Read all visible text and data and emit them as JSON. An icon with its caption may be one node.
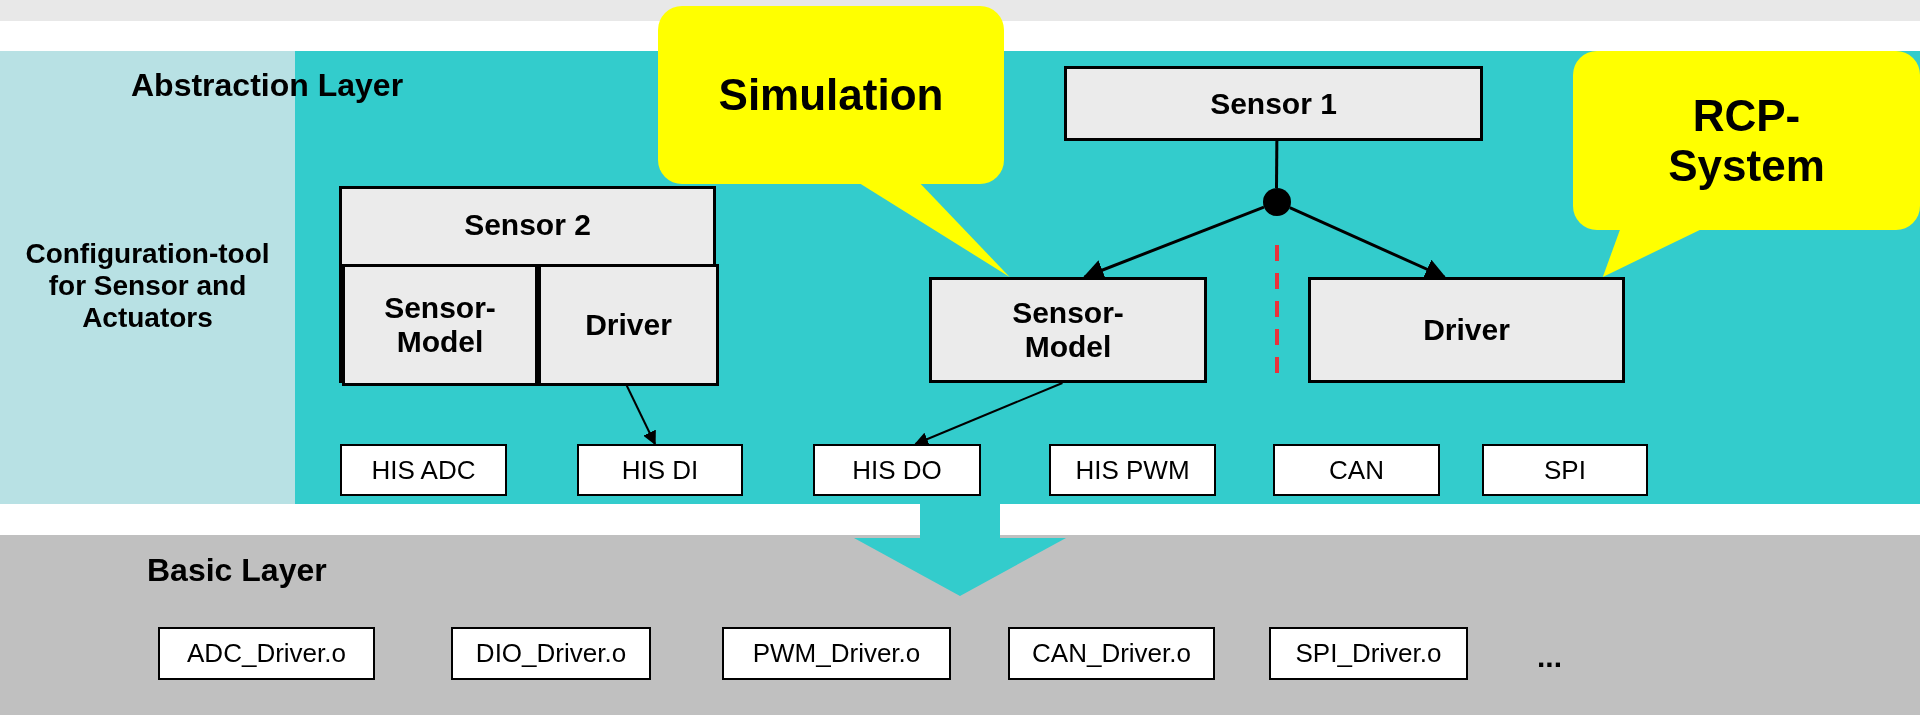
{
  "diagram": {
    "nodes": [
      {
        "text": [
          "Abstraction Layer"
        ]
      },
      {
        "text": [
          "Configuration-tool for Sensor and Actuators"
        ],
        "in": 0
      },
      {
        "text": [
          "Simulation"
        ]
      },
      {
        "text": [
          "Sensor 1"
        ],
        "in": 0
      },
      {
        "text": [
          "Sensor 2"
        ],
        "in": 0
      },
      {
        "text": [
          "Sensor-Model"
        ],
        "in": 4
      },
      {
        "text": [
          "Driver"
        ],
        "in": 4
      },
      {
        "text": [],
        "shape": "circle",
        "in": 0
      },
      {
        "text": [
          "Sensor-Model"
        ],
        "in": 0
      },
      {
        "text": [
          "Driver"
        ],
        "in": 0
      },
      {
        "text": [
          "RCP-System"
        ],
        "in": 0
      },
      {
        "text": [
          "HIS ADC"
        ],
        "in": 0
      },
      {
        "text": [
          "HIS DI"
        ],
        "in": 0
      },
      {
        "text": [
          "HIS DO"
        ],
        "in": 0
      },
      {
        "text": [
          "HIS PWM"
        ],
        "in": 0
      },
      {
        "text": [
          "CAN"
        ],
        "in": 0
      },
      {
        "text": [
          "SPI"
        ],
        "in": 0
      },
      {
        "text": [
          "Basic Layer"
        ]
      },
      {
        "text": [
          "ADC_Driver.o"
        ],
        "in": 17
      },
      {
        "text": [
          "DIO_Driver.o"
        ],
        "in": 17
      },
      {
        "text": [
          "PWM_Driver.o"
        ],
        "in": 17
      },
      {
        "text": [
          "CAN_Driver.o"
        ],
        "in": 17
      },
      {
        "text": [
          "SPI_Driver.o"
        ],
        "in": 17
      }
    ],
    "edges": [
      {
        "from": 3,
        "to": 7,
        "arrow": "none"
      },
      {
        "from": 7,
        "to": 8,
        "arrow": "to"
      },
      {
        "from": 7,
        "to": 9,
        "arrow": "to"
      },
      {
        "from": 6,
        "to": 12,
        "arrow": "to"
      },
      {
        "from": 8,
        "to": 13,
        "arrow": "to"
      },
      {
        "from": 2,
        "to": 8,
        "arrow": "none"
      },
      {
        "from": 10,
        "to": 9,
        "arrow": "none"
      },
      {
        "from": 0,
        "to": 17,
        "arrow": "to",
        "style": "thick",
        "color": "#33cccc"
      }
    ],
    "labels": [
      "..."
    ]
  }
}
